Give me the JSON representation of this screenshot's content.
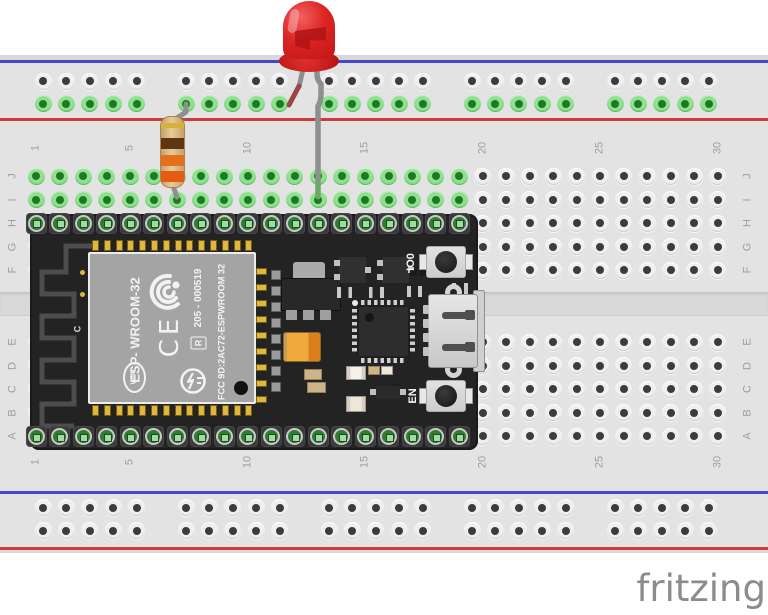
{
  "sketch": {
    "tool_watermark": "fritzing",
    "watermark_color": "#8c8c8c"
  },
  "breadboard": {
    "body_color": "#e3e3e3",
    "hole_dark": "#3c3c3c",
    "hole_green_ring": "#8fe08f",
    "hole_green_center": "#1d7a24",
    "rail_blue": "#4747cc",
    "rail_red": "#cc3b3b",
    "label_color": "#9e9e9e",
    "column_numbers": [
      "1",
      "5",
      "10",
      "15",
      "20",
      "25",
      "30"
    ],
    "row_letters": [
      "J",
      "I",
      "H",
      "G",
      "F",
      "E",
      "D",
      "C",
      "B",
      "A"
    ]
  },
  "esp32": {
    "pcb_color": "#232323",
    "module_color": "#a4a4a4",
    "silkscreen": {
      "model": "ESP- WROOM-32",
      "cert_number": "205 - 000519",
      "cert_badge": "R",
      "fcc_id": "FCC 9D:2AC72-ESPWROOM 32",
      "wifi_badge": "WiFi",
      "ce_mark": "CE",
      "pcb_mark": "C"
    },
    "buttons": [
      {
        "label": "IO0"
      },
      {
        "label": "EN"
      }
    ]
  },
  "led": {
    "body_color": "#d42424",
    "lead_color": "#8f8f8f",
    "cathode_tip_color": "#9c4545",
    "inserted_tip_color": "#69a869"
  },
  "resistor": {
    "body_color": "#dcb97f",
    "lead_color": "#8f8f8f",
    "bands": [
      "#d4b23c",
      "#5f3413",
      "#e4701e",
      "#e65a14"
    ]
  }
}
